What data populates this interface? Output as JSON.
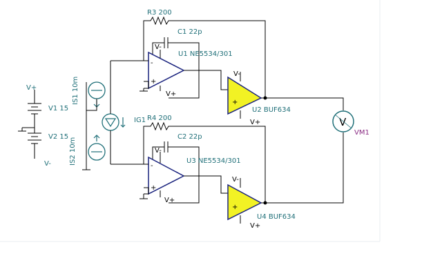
{
  "components": {
    "r3": {
      "name": "R3 200"
    },
    "r4": {
      "name": "R4 200"
    },
    "c1": {
      "name": "C1 22p"
    },
    "c2": {
      "name": "C2 22p"
    },
    "u1": {
      "name": "U1 NE5534/301"
    },
    "u3": {
      "name": "U3 NE5534/301"
    },
    "u2": {
      "name": "U2 BUF634"
    },
    "u4": {
      "name": "U4 BUF634"
    },
    "v1": {
      "name": "V1 15"
    },
    "v2": {
      "name": "V2 15"
    },
    "is1": {
      "name": "IS1 10m"
    },
    "is2": {
      "name": "IS2 10m"
    },
    "ig1": {
      "name": "IG1"
    },
    "vm1": {
      "name": "VM1"
    }
  },
  "pins": {
    "vplus": "V+",
    "vminus": "V-",
    "plus": "+",
    "minus": "-"
  },
  "colors": {
    "wire": "#000000",
    "symbol": "#1f6f78",
    "opamp_outline": "#1a237e",
    "buffer_fill": "#f2f224",
    "meter_label": "#8a2b83",
    "background": "#ffffff"
  }
}
